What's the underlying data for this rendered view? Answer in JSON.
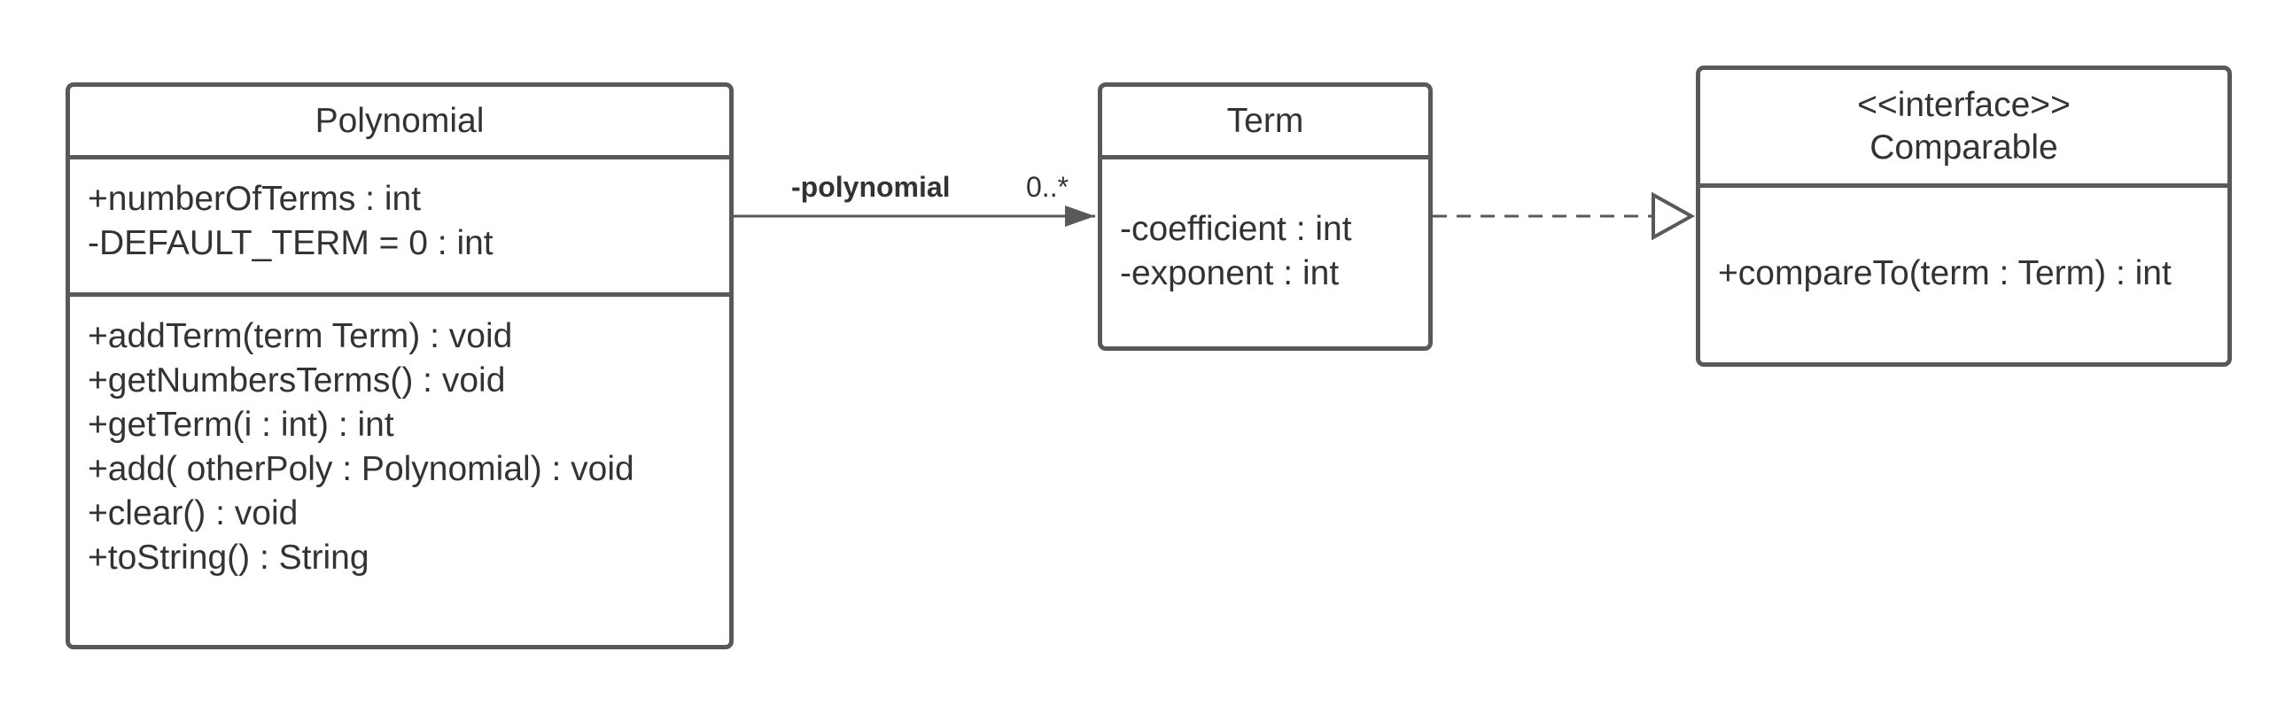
{
  "classes": {
    "polynomial": {
      "name": "Polynomial",
      "attributes": [
        "+numberOfTerms : int",
        "-DEFAULT_TERM = 0 : int"
      ],
      "operations": [
        "+addTerm(term Term) : void",
        "+getNumbersTerms() : void",
        "+getTerm(i : int) : int",
        "+add( otherPoly : Polynomial) : void",
        "+clear() : void",
        "+toString() : String"
      ]
    },
    "term": {
      "name": "Term",
      "attributes": [
        "-coefficient : int",
        "-exponent : int"
      ]
    },
    "comparable": {
      "stereotype": "<<interface>>",
      "name": "Comparable",
      "operations": [
        "+compareTo(term : Term) : int"
      ]
    }
  },
  "relationships": {
    "association": {
      "type": "directed-association",
      "role": "-polynomial",
      "multiplicity": "0..*"
    },
    "realization": {
      "type": "realization"
    }
  },
  "colors": {
    "stroke": "#595959",
    "text": "#333333",
    "background": "#ffffff"
  }
}
